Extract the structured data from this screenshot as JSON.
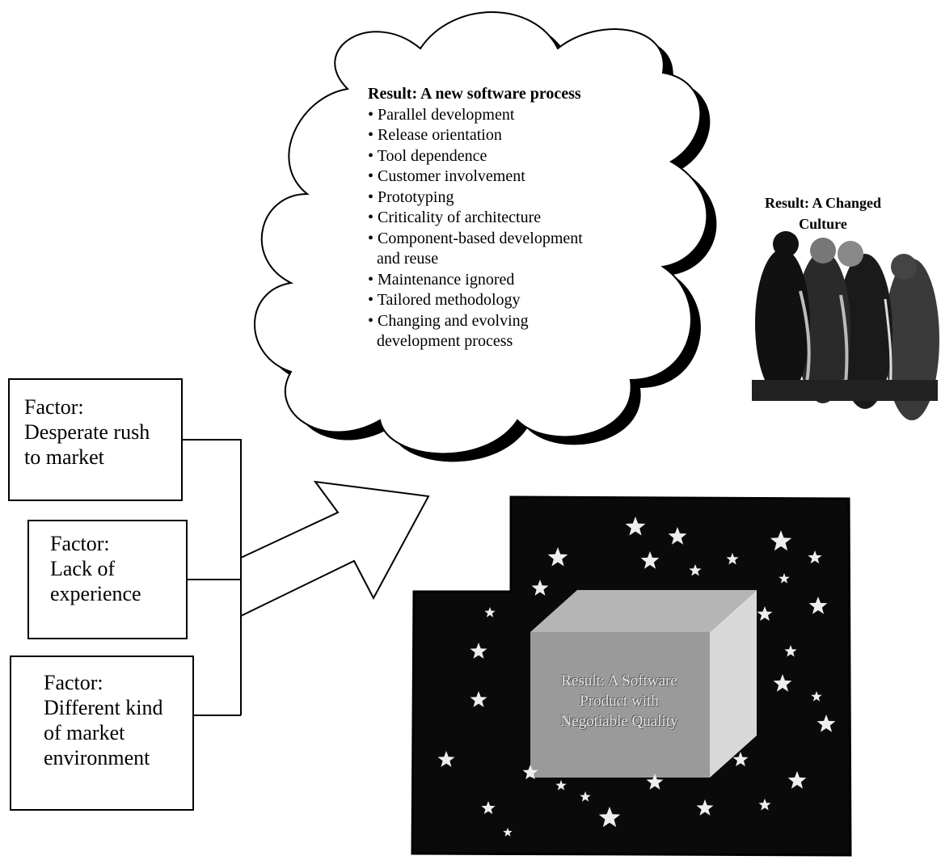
{
  "factors": [
    {
      "lines": [
        "Factor:",
        "Desperate rush",
        "to market"
      ]
    },
    {
      "lines": [
        "Factor:",
        "Lack of",
        "experience"
      ]
    },
    {
      "lines": [
        "Factor:",
        "Different kind",
        "of market",
        "environment"
      ]
    }
  ],
  "process_cloud": {
    "title": "Result: A new software process",
    "items": [
      "• Parallel development",
      "• Release orientation",
      "• Tool dependence",
      "• Customer involvement",
      "• Prototyping",
      "• Criticality of architecture",
      "• Component-based development",
      "and reuse",
      "• Maintenance ignored",
      "• Tailored methodology",
      "• Changing and evolving",
      "development process"
    ]
  },
  "culture": {
    "lines": [
      "Result: A Changed",
      "Culture"
    ],
    "icon": "people-group-icon"
  },
  "product": {
    "lines": [
      "Result: A Software",
      "Product with",
      "Negotiable Quality"
    ],
    "icon": "star-box-icon"
  },
  "colors": {
    "line": "#000000",
    "background": "#ffffff",
    "starfield": "#0a0a0a",
    "box_face": "#9a9a9a",
    "box_side": "#d8d8d8",
    "star": "#eeeeee"
  }
}
